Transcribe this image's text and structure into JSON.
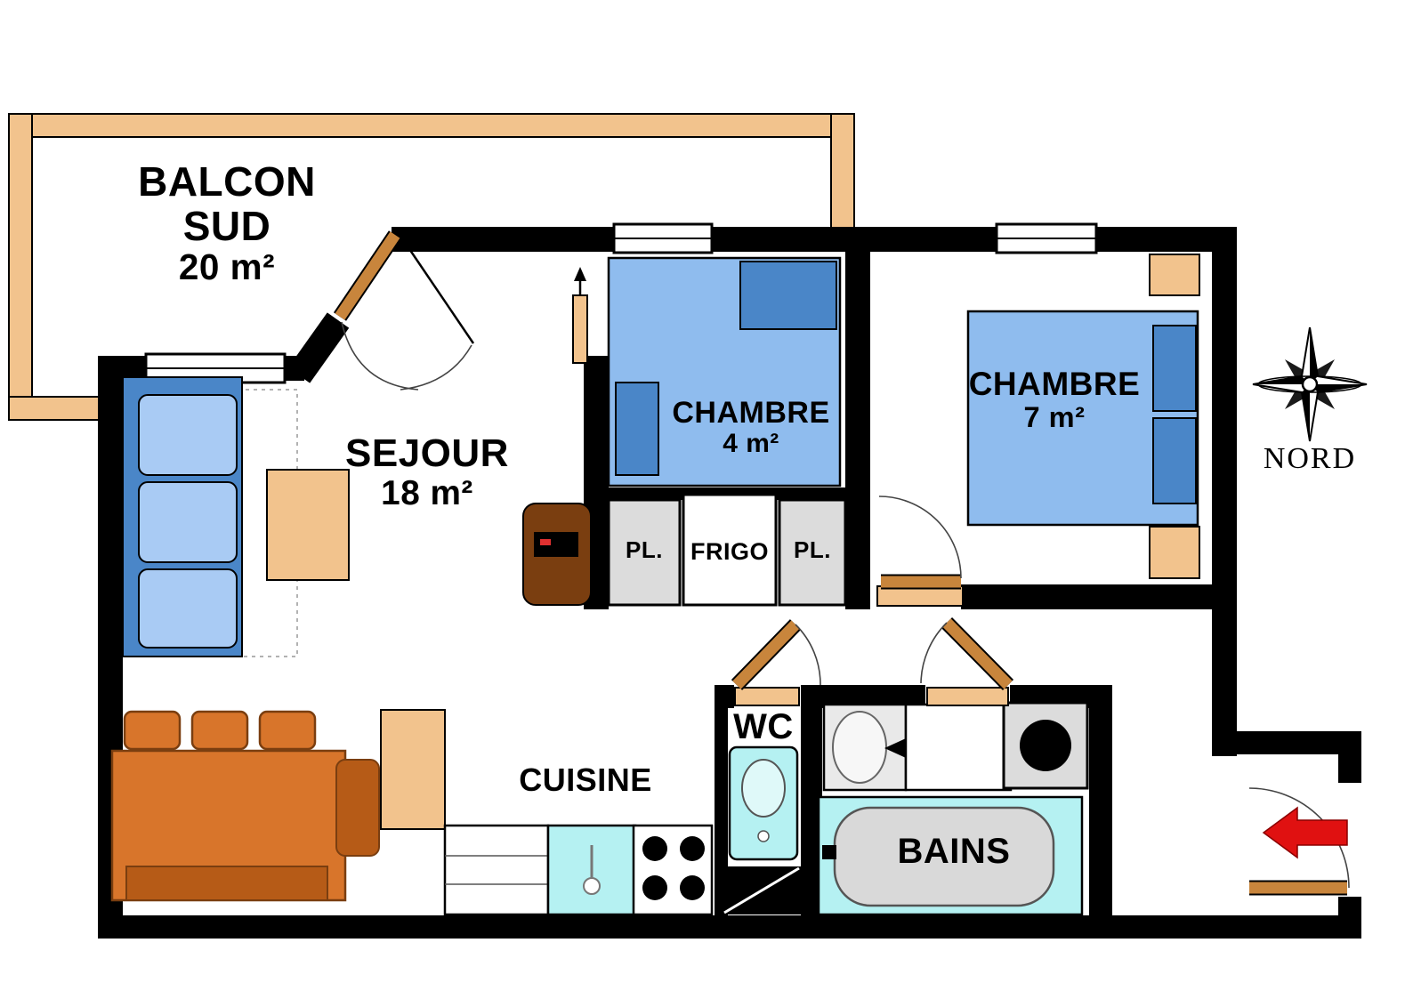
{
  "colors": {
    "wall": "#000000",
    "tan": "#F2C38D",
    "orange": "#D8752B",
    "orange_dark": "#B65B17",
    "wood": "#7A3E10",
    "blue_dark": "#4A86C8",
    "blue_light": "#A9CBF4",
    "bed_blue": "#8FBCEE",
    "cyan": "#B5F1F2",
    "gray_box": "#DCDCDC",
    "door": "#C8853C",
    "red_arrow": "#E01111"
  },
  "rooms": {
    "balcon": {
      "name": "BALCON",
      "orientation": "SUD",
      "area": "20 m²"
    },
    "sejour": {
      "name": "SEJOUR",
      "area": "18 m²"
    },
    "chambre_petite": {
      "name": "CHAMBRE",
      "area": "4 m²"
    },
    "chambre_grande": {
      "name": "CHAMBRE",
      "area": "7 m²"
    },
    "cuisine": {
      "name": "CUISINE"
    },
    "wc": {
      "name": "WC"
    },
    "bains": {
      "name": "BAINS"
    }
  },
  "storage": {
    "pl_left": "PL.",
    "frigo": "FRIGO",
    "pl_right": "PL."
  },
  "compass": {
    "north_label": "NORD"
  }
}
